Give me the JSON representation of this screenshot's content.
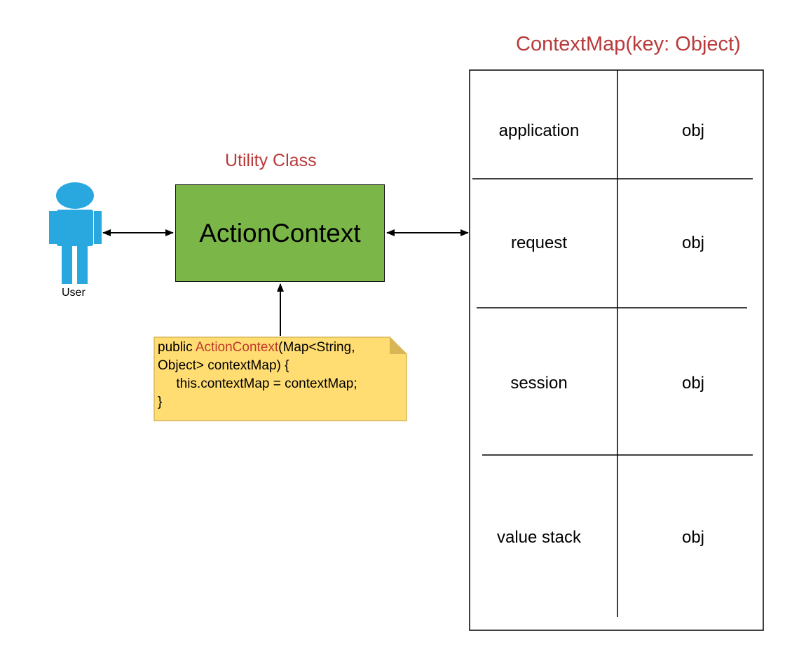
{
  "map": {
    "title": "ContextMap(key: Object)",
    "rows": [
      {
        "key": "application",
        "value": "obj"
      },
      {
        "key": "request",
        "value": "obj"
      },
      {
        "key": "session",
        "value": "obj"
      },
      {
        "key": "value stack",
        "value": "obj"
      }
    ]
  },
  "utility": {
    "title": "Utility Class",
    "class_name": "ActionContext"
  },
  "user": {
    "label": "User"
  },
  "note": {
    "line1_prefix": "public ",
    "line1_highlight": "ActionContext",
    "line1_suffix": "(Map<String,",
    "line2": "Object> contextMap) {",
    "line3": "     this.contextMap = contextMap;",
    "line4": "}"
  },
  "colors": {
    "title_red": "#b83a3a",
    "class_fill": "#7ab648",
    "note_fill": "#ffdd73",
    "user_blue": "#29a8e0"
  }
}
